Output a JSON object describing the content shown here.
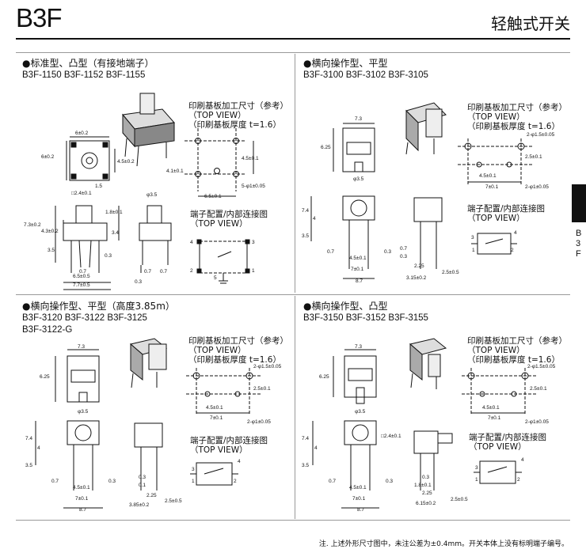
{
  "header": {
    "title": "B3F",
    "category": "轻触式开关"
  },
  "sidebar": {
    "letters": [
      "B",
      "3",
      "F"
    ]
  },
  "sections": [
    {
      "title": "●标准型、凸型（有接地端子）",
      "models": "B3F-1150   B3F-1152   B3F-1155",
      "models2": "",
      "pcb_note": [
        "印刷基板加工尺寸（参考）",
        "（TOP VIEW）",
        "（印刷基板厚度 t=1.6）"
      ],
      "term_note": [
        "端子配置/内部连接图",
        "（TOP VIEW）"
      ]
    },
    {
      "title": "●横向操作型、平型",
      "models": "B3F-3100   B3F-3102   B3F-3105",
      "models2": "",
      "pcb_note": [
        "印刷基板加工尺寸（参考）",
        "（TOP VIEW）",
        "（印刷基板厚度 t=1.6）"
      ],
      "term_note": [
        "端子配置/内部连接图",
        "（TOP VIEW）"
      ]
    },
    {
      "title": "●横向操作型、平型（高度3.85m）",
      "models": "B3F-3120   B3F-3122   B3F-3125",
      "models2": "B3F-3122-G",
      "pcb_note": [
        "印刷基板加工尺寸（参考）",
        "（TOP VIEW）",
        "（印刷基板厚度 t=1.6）"
      ],
      "term_note": [
        "端子配置/内部连接图",
        "（TOP VIEW）"
      ]
    },
    {
      "title": "●横向操作型、凸型",
      "models": "B3F-3150   B3F-3152   B3F-3155",
      "models2": "",
      "pcb_note": [
        "印刷基板加工尺寸（参考）",
        "（TOP VIEW）",
        "（印刷基板厚度 t=1.6）"
      ],
      "term_note": [
        "端子配置/内部连接图",
        "（TOP VIEW）"
      ]
    }
  ],
  "dims": {
    "s1": {
      "d6a": "6±0.2",
      "d6b": "6±0.2",
      "d45": "4.5±0.2",
      "d15": "1.5",
      "d24": "□2.4±0.1",
      "d35top": "φ3.5",
      "d73": "7.3±0.2",
      "d43": "4.3±0.2",
      "d18": "1.8±0.1",
      "d34": "3.4",
      "d35": "3.5",
      "d03a": "0.3",
      "d07a": "0.7",
      "d65": "6.5±0.5",
      "d77": "7.7±0.5",
      "d07b": "0.7",
      "d07c": "0.7",
      "d03b": "0.3",
      "p45": "4.5±0.1",
      "p41": "4.1±0.1",
      "p65": "6.5±0.1",
      "p5phi": "5-φ1±0.05",
      "t4": "4",
      "t3": "3",
      "t2": "2",
      "t1": "1",
      "t5": "5"
    },
    "s2": {
      "d73": "7.3",
      "d625": "6.25",
      "d35": "φ3.5",
      "d74": "7.4",
      "d4": "4",
      "d35b": "3.5",
      "d07": "0.7",
      "d45": "4.5±0.1",
      "d03": "0.3",
      "d07b": "0.7",
      "d7": "7±0.1",
      "d225": "2.25",
      "d87": "8.7",
      "d03b": "0.3",
      "d315": "3.15±0.2",
      "d25": "2.5±0.5",
      "p2phi15": "2-φ1.5±0.05",
      "p25": "2.5±0.1",
      "p45": "4.5±0.1",
      "p7": "7±0.1",
      "p2phi1": "2-φ1±0.05",
      "t1": "1",
      "t2": "2",
      "t3": "3",
      "t4": "4"
    },
    "s3": {
      "d73": "7.3",
      "d625": "6.25",
      "d35": "φ3.5",
      "d74": "7.4",
      "d4": "4",
      "d35b": "3.5",
      "d07": "0.7",
      "d45": "4.5±0.1",
      "d03": "0.3",
      "d7": "7±0.1",
      "d87": "8.7",
      "d03b": "0.3",
      "d01": "0.1",
      "d225": "2.25",
      "d385": "3.85±0.2",
      "d25": "2.5±0.5",
      "p2phi15": "2-φ1.5±0.05",
      "p25": "2.5±0.1",
      "p45": "4.5±0.1",
      "p7": "7±0.1",
      "p2phi1": "2-φ1±0.05",
      "t1": "1",
      "t2": "2",
      "t3": "3",
      "t4": "4"
    },
    "s4": {
      "d73": "7.3",
      "d625": "6.25",
      "d35": "φ3.5",
      "d24": "□2.4±0.1",
      "d74": "7.4",
      "d4": "4",
      "d35b": "3.5",
      "d07": "0.7",
      "d45": "4.5±0.1",
      "d03": "0.3",
      "d7": "7±0.1",
      "d87": "8.7",
      "d18": "1.8±0.1",
      "d03b": "0.3",
      "d225": "2.25",
      "d615": "6.15±0.2",
      "d25": "2.5±0.5",
      "p2phi15": "2-φ1.5±0.05",
      "p25": "2.5±0.1",
      "p45": "4.5±0.1",
      "p7": "7±0.1",
      "p2phi1": "2-φ1±0.05",
      "t1": "1",
      "t2": "2",
      "t3": "3",
      "t4": "4"
    }
  },
  "footnote": "注. 上述外形尺寸图中，未注公差为±0.4mm。开关本体上没有标明端子编号。"
}
